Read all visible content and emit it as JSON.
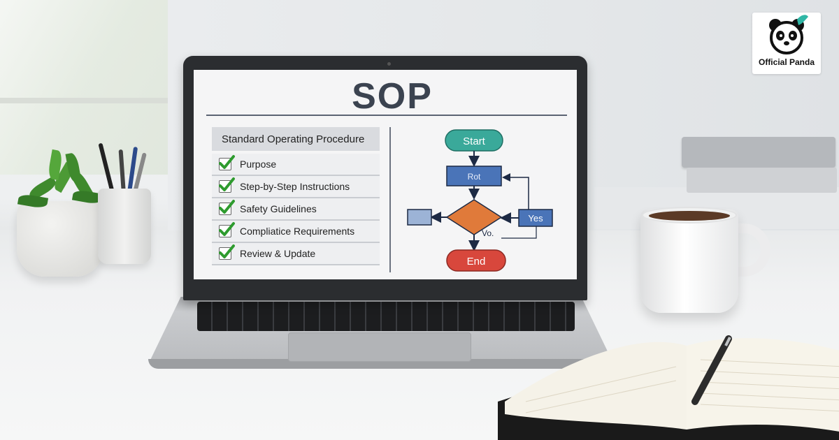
{
  "brand": {
    "logo_text": "Official Panda"
  },
  "screen": {
    "title": "SOP",
    "procedure_header": "Standard Operating Procedure",
    "checklist": [
      {
        "label": "Purpose",
        "checked": true
      },
      {
        "label": "Step-by-Step Instructions",
        "checked": true
      },
      {
        "label": "Safety Guidelines",
        "checked": true
      },
      {
        "label": "Compliatice Requirements",
        "checked": true
      },
      {
        "label": "Review & Update",
        "checked": true
      }
    ],
    "flowchart": {
      "start_label": "Start",
      "process_label": "Rot",
      "yes_label": "Yes",
      "no_label": "Vo.",
      "end_label": "End"
    }
  },
  "colors": {
    "start": "#3aa99a",
    "process": "#4a74b8",
    "decision": "#e07a3a",
    "end": "#d8473c",
    "check": "#2e9b2e"
  }
}
